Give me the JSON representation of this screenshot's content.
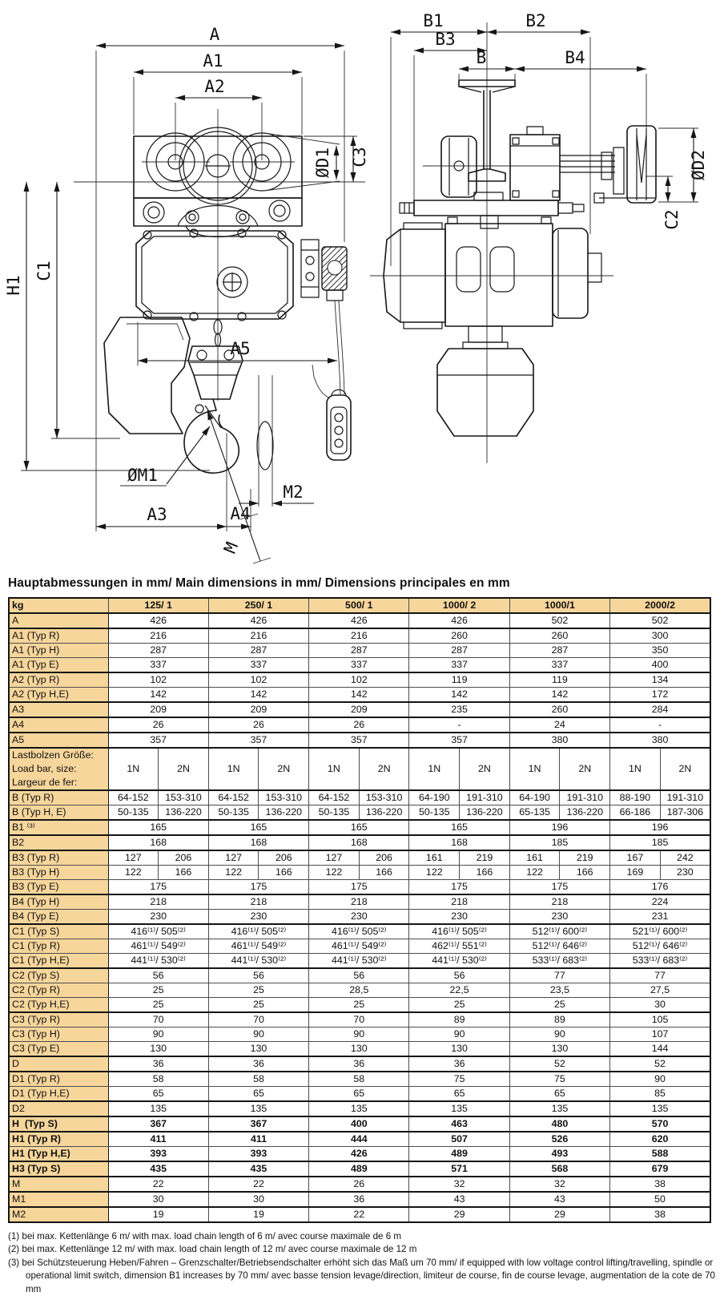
{
  "title": "Hauptabmessungen in mm/ Main dimensions in mm/ Dimensions principales en mm",
  "drawing": {
    "labels": {
      "a": "A",
      "a1": "A1",
      "a2": "A2",
      "a3": "A3",
      "a4": "A4",
      "a5": "A5",
      "d1": "ØD1",
      "c3": "C3",
      "h1": "H1",
      "c1": "C1",
      "m1": "ØM1",
      "m2": "M2",
      "m": "M",
      "b1": "B1",
      "b2": "B2",
      "b3": "B3",
      "b": "B",
      "b4": "B4",
      "d2": "ØD2",
      "c2": "C2"
    }
  },
  "table": {
    "header": {
      "kg": "kg",
      "cols": [
        "125/ 1",
        "250/ 1",
        "500/ 1",
        "1000/ 2",
        "1000/1",
        "2000/2"
      ]
    },
    "rows": [
      {
        "label": "A",
        "thick": true,
        "cells": [
          "426",
          "426",
          "426",
          "426",
          "502",
          "502"
        ]
      },
      {
        "label": "A1 (Typ R)",
        "thick": true,
        "cells": [
          "216",
          "216",
          "216",
          "260",
          "260",
          "300"
        ]
      },
      {
        "label": "A1 (Typ H)",
        "cells": [
          "287",
          "287",
          "287",
          "287",
          "287",
          "350"
        ]
      },
      {
        "label": "A1 (Typ E)",
        "cells": [
          "337",
          "337",
          "337",
          "337",
          "337",
          "400"
        ]
      },
      {
        "label": "A2 (Typ R)",
        "thick": true,
        "cells": [
          "102",
          "102",
          "102",
          "119",
          "119",
          "134"
        ]
      },
      {
        "label": "A2 (Typ H,E)",
        "cells": [
          "142",
          "142",
          "142",
          "142",
          "142",
          "172"
        ]
      },
      {
        "label": "A3",
        "thick": true,
        "cells": [
          "209",
          "209",
          "209",
          "235",
          "260",
          "284"
        ]
      },
      {
        "label": "A4",
        "thick": true,
        "cells": [
          "26",
          "26",
          "26",
          "-",
          "24",
          "-"
        ]
      },
      {
        "label": "A5",
        "thick": true,
        "cells": [
          "357",
          "357",
          "357",
          "357",
          "380",
          "380"
        ]
      },
      {
        "label_lines": [
          "Lastbolzen Größe:",
          "Load bar, size:",
          "Largeur de fer:"
        ],
        "thick": true,
        "cells": [
          [
            "1N",
            "2N"
          ],
          [
            "1N",
            "2N"
          ],
          [
            "1N",
            "2N"
          ],
          [
            "1N",
            "2N"
          ],
          [
            "1N",
            "2N"
          ],
          [
            "1N",
            "2N"
          ]
        ]
      },
      {
        "label": "B (Typ R)",
        "thick": true,
        "cells": [
          [
            "64-152",
            "153-310"
          ],
          [
            "64-152",
            "153-310"
          ],
          [
            "64-152",
            "153-310"
          ],
          [
            "64-190",
            "191-310"
          ],
          [
            "64-190",
            "191-310"
          ],
          [
            "88-190",
            "191-310"
          ]
        ]
      },
      {
        "label": "B (Typ H, E)",
        "cells": [
          [
            "50-135",
            "136-220"
          ],
          [
            "50-135",
            "136-220"
          ],
          [
            "50-135",
            "136-220"
          ],
          [
            "50-135",
            "136-220"
          ],
          [
            "65-135",
            "136-220"
          ],
          [
            "66-186",
            "187-306"
          ]
        ]
      },
      {
        "label": "B1 ⁽³⁾",
        "thick": true,
        "cells": [
          "165",
          "165",
          "165",
          "165",
          "196",
          "196"
        ]
      },
      {
        "label": "B2",
        "thick": true,
        "cells": [
          "168",
          "168",
          "168",
          "168",
          "185",
          "185"
        ]
      },
      {
        "label": "B3 (Typ R)",
        "thick": true,
        "cells": [
          [
            "127",
            "206"
          ],
          [
            "127",
            "206"
          ],
          [
            "127",
            "206"
          ],
          [
            "161",
            "219"
          ],
          [
            "161",
            "219"
          ],
          [
            "167",
            "242"
          ]
        ]
      },
      {
        "label": "B3 (Typ H)",
        "cells": [
          [
            "122",
            "166"
          ],
          [
            "122",
            "166"
          ],
          [
            "122",
            "166"
          ],
          [
            "122",
            "166"
          ],
          [
            "122",
            "166"
          ],
          [
            "169",
            "230"
          ]
        ]
      },
      {
        "label": "B3 (Typ E)",
        "cells": [
          "175",
          "175",
          "175",
          "175",
          "175",
          "176"
        ]
      },
      {
        "label": "B4 (Typ H)",
        "thick": true,
        "cells": [
          "218",
          "218",
          "218",
          "218",
          "218",
          "224"
        ]
      },
      {
        "label": "B4 (Typ E)",
        "cells": [
          "230",
          "230",
          "230",
          "230",
          "230",
          "231"
        ]
      },
      {
        "label": "C1 (Typ S)",
        "thick": true,
        "cells": [
          "416⁽¹⁾/ 505⁽²⁾",
          "416⁽¹⁾/ 505⁽²⁾",
          "416⁽¹⁾/ 505⁽²⁾",
          "416⁽¹⁾/ 505⁽²⁾",
          "512⁽¹⁾/ 600⁽²⁾",
          "521⁽¹⁾/ 600⁽²⁾"
        ]
      },
      {
        "label": "C1 (Typ R)",
        "cells": [
          "461⁽¹⁾/ 549⁽²⁾",
          "461⁽¹⁾/ 549⁽²⁾",
          "461⁽¹⁾/ 549⁽²⁾",
          "462⁽¹⁾/ 551⁽²⁾",
          "512⁽¹⁾/ 646⁽²⁾",
          "512⁽¹⁾/ 646⁽²⁾"
        ]
      },
      {
        "label": "C1 (Typ H,E)",
        "cells": [
          "441⁽¹⁾/ 530⁽²⁾",
          "441⁽¹⁾/ 530⁽²⁾",
          "441⁽¹⁾/ 530⁽²⁾",
          "441⁽¹⁾/ 530⁽²⁾",
          "533⁽¹⁾/ 683⁽²⁾",
          "533⁽¹⁾/ 683⁽²⁾"
        ]
      },
      {
        "label": "C2 (Typ S)",
        "thick": true,
        "cells": [
          "56",
          "56",
          "56",
          "56",
          "77",
          "77"
        ]
      },
      {
        "label": "C2 (Typ R)",
        "cells": [
          "25",
          "25",
          "28,5",
          "22,5",
          "23,5",
          "27,5"
        ]
      },
      {
        "label": "C2 (Typ H,E)",
        "cells": [
          "25",
          "25",
          "25",
          "25",
          "25",
          "30"
        ]
      },
      {
        "label": "C3 (Typ R)",
        "thick": true,
        "cells": [
          "70",
          "70",
          "70",
          "89",
          "89",
          "105"
        ]
      },
      {
        "label": "C3 (Typ H)",
        "cells": [
          "90",
          "90",
          "90",
          "90",
          "90",
          "107"
        ]
      },
      {
        "label": "C3 (Typ E)",
        "cells": [
          "130",
          "130",
          "130",
          "130",
          "130",
          "144"
        ]
      },
      {
        "label": "D",
        "thick": true,
        "cells": [
          "36",
          "36",
          "36",
          "36",
          "52",
          "52"
        ]
      },
      {
        "label": "D1 (Typ R)",
        "thick": true,
        "cells": [
          "58",
          "58",
          "58",
          "75",
          "75",
          "90"
        ]
      },
      {
        "label": "D1 (Typ H,E)",
        "cells": [
          "65",
          "65",
          "65",
          "65",
          "65",
          "85"
        ]
      },
      {
        "label": "D2",
        "thick": true,
        "cells": [
          "135",
          "135",
          "135",
          "135",
          "135",
          "135"
        ]
      },
      {
        "label": "H  (Typ S)",
        "bold": true,
        "thick": true,
        "cells": [
          "367",
          "367",
          "400",
          "463",
          "480",
          "570"
        ]
      },
      {
        "label": "H1 (Typ R)",
        "bold": true,
        "thick": true,
        "cells": [
          "411",
          "411",
          "444",
          "507",
          "526",
          "620"
        ]
      },
      {
        "label": "H1 (Typ H,E)",
        "bold": true,
        "cells": [
          "393",
          "393",
          "426",
          "489",
          "493",
          "588"
        ]
      },
      {
        "label": "H3 (Typ S)",
        "bold": true,
        "thick": true,
        "cells": [
          "435",
          "435",
          "489",
          "571",
          "568",
          "679"
        ]
      },
      {
        "label": "M",
        "thick": true,
        "cells": [
          "22",
          "22",
          "26",
          "32",
          "32",
          "38"
        ]
      },
      {
        "label": "M1",
        "thick": true,
        "cells": [
          "30",
          "30",
          "36",
          "43",
          "43",
          "50"
        ]
      },
      {
        "label": "M2",
        "thick": true,
        "cells": [
          "19",
          "19",
          "22",
          "29",
          "29",
          "38"
        ]
      }
    ]
  },
  "footnotes": [
    "(1) bei max. Kettenlänge 6 m/ with max. load chain length of 6 m/ avec course maximale de 6 m",
    "(2) bei max. Kettenlänge 12 m/ with max. load chain length of 12 m/ avec course maximale de 12 m",
    "(3) bei Schützsteuerung Heben/Fahren – Grenzschalter/Betriebsendschalter erhöht sich das Maß um 70 mm/ if equipped with low voltage control lifting/travelling, spindle or operational limit switch, dimension B1 increases by 70 mm/ avec basse tension levage/direction, limiteur de course, fin de course levage, augmentation de la cote de 70 mm"
  ]
}
